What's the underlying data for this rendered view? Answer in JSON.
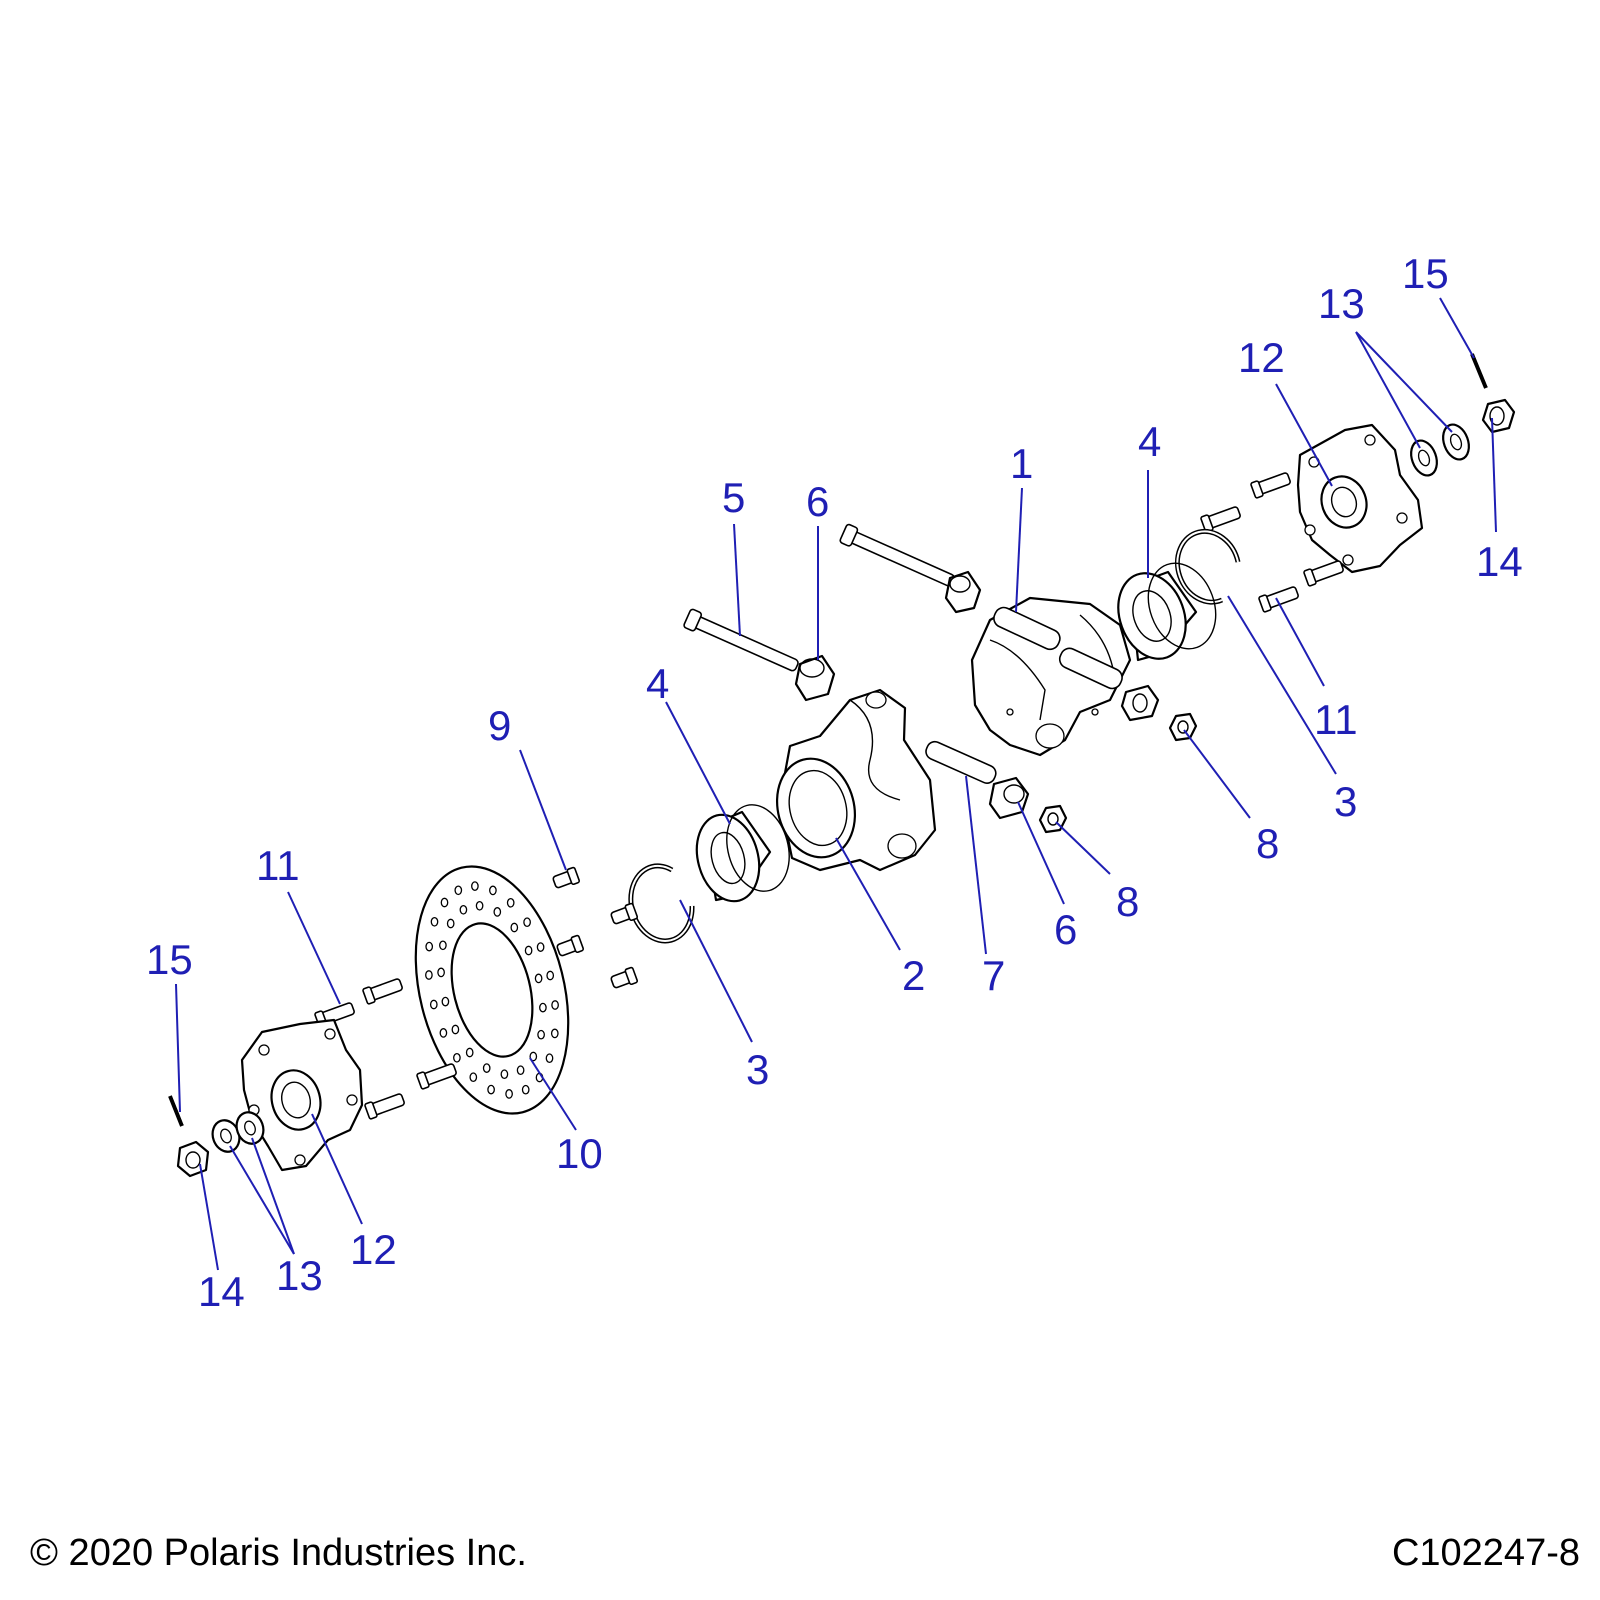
{
  "callouts": [
    {
      "id": "c1",
      "label": "1"
    },
    {
      "id": "c2",
      "label": "2"
    },
    {
      "id": "c3a",
      "label": "3"
    },
    {
      "id": "c3b",
      "label": "3"
    },
    {
      "id": "c4a",
      "label": "4"
    },
    {
      "id": "c4b",
      "label": "4"
    },
    {
      "id": "c5",
      "label": "5"
    },
    {
      "id": "c6a",
      "label": "6"
    },
    {
      "id": "c6b",
      "label": "6"
    },
    {
      "id": "c7",
      "label": "7"
    },
    {
      "id": "c8a",
      "label": "8"
    },
    {
      "id": "c8b",
      "label": "8"
    },
    {
      "id": "c9",
      "label": "9"
    },
    {
      "id": "c10",
      "label": "10"
    },
    {
      "id": "c11a",
      "label": "11"
    },
    {
      "id": "c11b",
      "label": "11"
    },
    {
      "id": "c12a",
      "label": "12"
    },
    {
      "id": "c12b",
      "label": "12"
    },
    {
      "id": "c13a",
      "label": "13"
    },
    {
      "id": "c13b",
      "label": "13"
    },
    {
      "id": "c14a",
      "label": "14"
    },
    {
      "id": "c14b",
      "label": "14"
    },
    {
      "id": "c15a",
      "label": "15"
    },
    {
      "id": "c15b",
      "label": "15"
    }
  ],
  "footer": {
    "copyright": "© 2020 Polaris Industries Inc.",
    "drawing_id": "C102247-8"
  },
  "colors": {
    "callout": "#1f1fb4",
    "line_art": "#000000",
    "background": "#ffffff"
  }
}
